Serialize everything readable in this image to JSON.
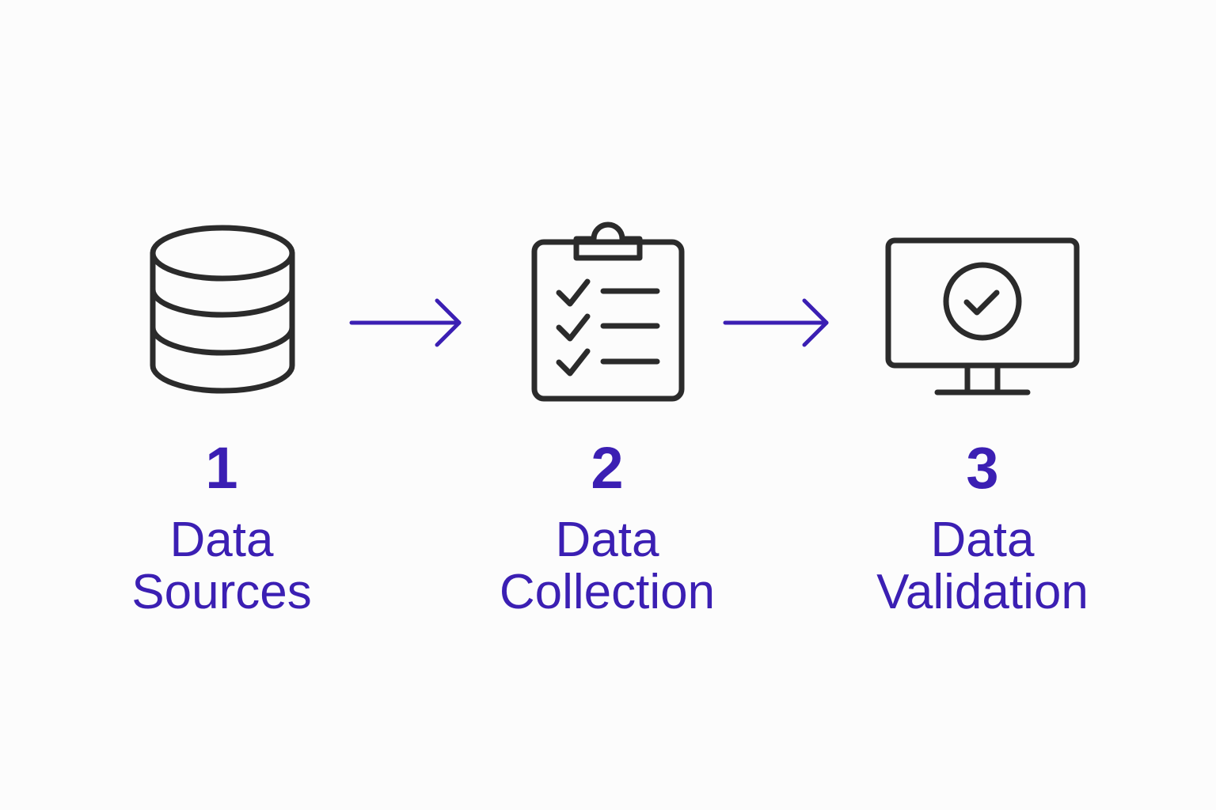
{
  "colors": {
    "accent": "#3b1fb3",
    "icon": "#2b2b2b",
    "background": "#fcfcfc"
  },
  "steps": [
    {
      "number": "1",
      "label_line1": "Data",
      "label_line2": "Sources",
      "icon": "database-icon"
    },
    {
      "number": "2",
      "label_line1": "Data",
      "label_line2": "Collection",
      "icon": "clipboard-checklist-icon"
    },
    {
      "number": "3",
      "label_line1": "Data",
      "label_line2": "Validation",
      "icon": "monitor-check-icon"
    }
  ],
  "connectors": [
    "arrow-right-icon",
    "arrow-right-icon"
  ]
}
